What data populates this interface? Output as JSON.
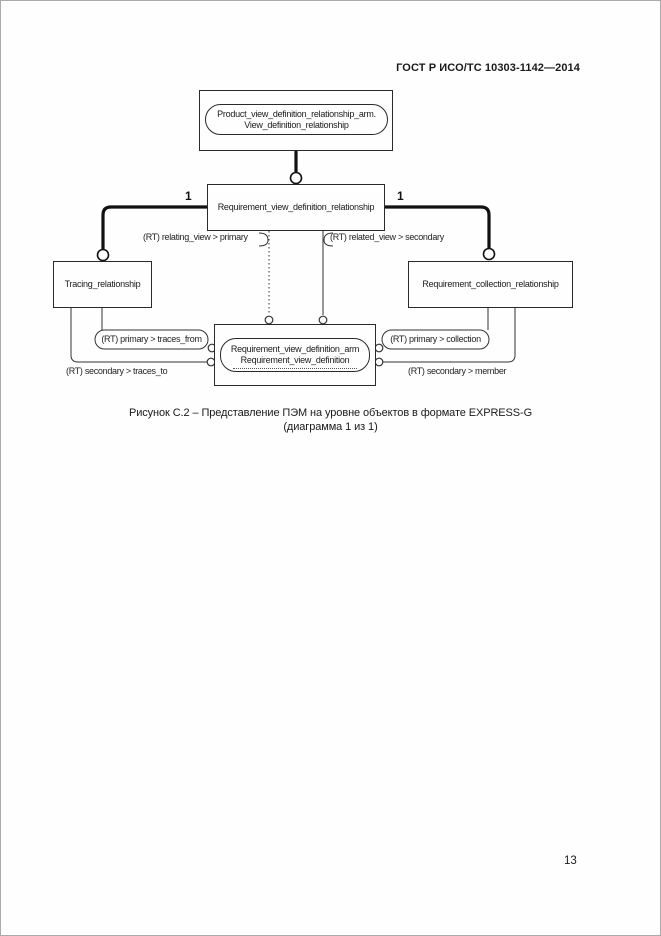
{
  "page": {
    "header": "ГОСТ Р ИСО/ТС 10303-1142—2014",
    "caption_line1": "Рисунок С.2 – Представление ПЭМ на уровне объектов в формате EXPRESS-G",
    "caption_line2": "(диаграмма 1 из 1)",
    "page_number": "13"
  },
  "diagram": {
    "type": "EXPRESS-G entity diagram",
    "colors": {
      "line": "#2a2a2a",
      "thick_line": "#111111",
      "text": "#1a1a1a",
      "background": "#fefefe"
    },
    "nodes": {
      "product_view_schema": {
        "line1": "Product_view_definition_relationship_arm.",
        "line2": "View_definition_relationship"
      },
      "requirement_view_relationship": "Requirement_view_definition_relationship",
      "tracing_relationship": "Tracing_relationship",
      "requirement_collection_relationship": "Requirement_collection_relationship",
      "requirement_view_definition": {
        "line1": "Requirement_view_definition_arm",
        "line2": "Requirement_view_definition"
      }
    },
    "edge_labels": {
      "cardinality_left": "1",
      "cardinality_right": "1",
      "relating_view": "(RT) relating_view > primary",
      "related_view": "(RT) related_view > secondary",
      "traces_from": "(RT) primary > traces_from",
      "traces_to": "(RT) secondary > traces_to",
      "collection": "(RT) primary > collection",
      "member": "(RT) secondary > member"
    }
  }
}
